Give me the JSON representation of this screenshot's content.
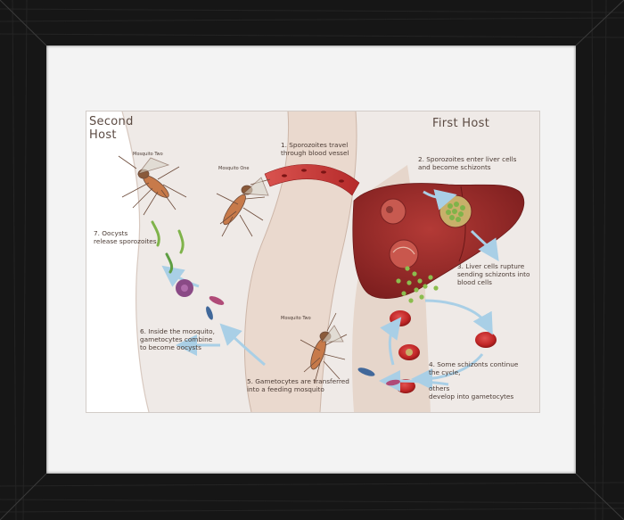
{
  "diagram": {
    "titles": {
      "second_host": "Second\nHost",
      "first_host": "First Host"
    },
    "mosquito_labels": {
      "left": "Mosquito Two",
      "middle": "Mosquito One",
      "bottom": "Mosquito Two"
    },
    "steps": {
      "s1": "1. Sporozoites travel\nthrough blood vessel",
      "s2": "2. Sporozoites enter liver cells\nand become schizonts",
      "s3": "3. Liver cells rupture\nsending schizonts into\nblood cells",
      "s4": "4. Some schizonts continue\nthe cycle,",
      "s4b": "others\ndevelop into gametocytes",
      "s5": "5. Gametocytes are transferred\ninto a feeding mosquito",
      "s6": "6. Inside the mosquito,\ngametocytes combine\nto become oocysts",
      "s7": "7. Oocysts\nrelease sporozoites"
    },
    "colors": {
      "frame": "#161616",
      "mat": "#f3f3f3",
      "background": "#efeae7",
      "skin": "#e6d8cf",
      "liver": "#9c2a2a",
      "blood_cell": "#c72a2a",
      "arrow": "#a9cfe6",
      "parasite": "#6aa84f"
    }
  }
}
